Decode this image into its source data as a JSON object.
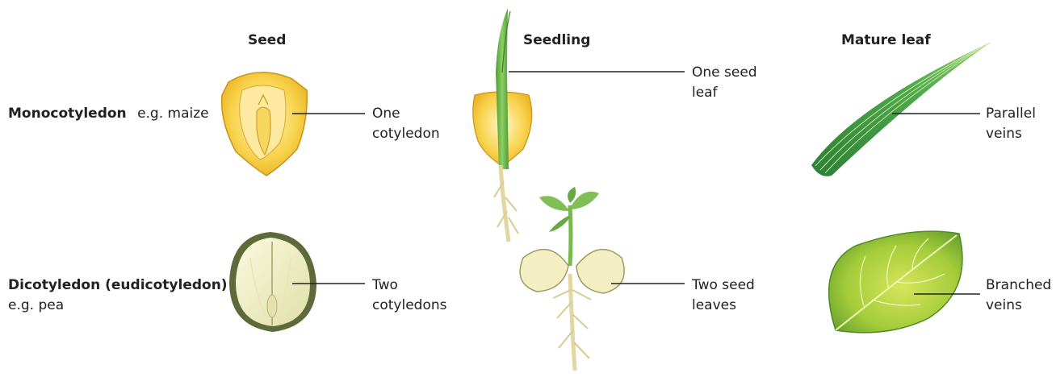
{
  "columns": {
    "seed": "Seed",
    "seedling": "Seedling",
    "mature_leaf": "Mature leaf"
  },
  "rows": {
    "mono": {
      "title": "Monocotyledon",
      "example": "e.g. maize"
    },
    "di": {
      "title": "Dicotyledon (eudicotyledon)",
      "example": "e.g. pea"
    }
  },
  "labels": {
    "mono_seed": [
      "One",
      "cotyledon"
    ],
    "mono_seedling": [
      "One seed",
      "leaf"
    ],
    "mono_leaf": [
      "Parallel",
      "veins"
    ],
    "di_seed": [
      "Two",
      "cotyledons"
    ],
    "di_seedling": [
      "Two seed",
      "leaves"
    ],
    "di_leaf": [
      "Branched",
      "veins"
    ]
  },
  "colors": {
    "maize_fill": "#f7d24a",
    "maize_inner": "#fbeaa0",
    "pea_outline": "#5d6b3a",
    "pea_fill": "#f3f0c8",
    "shoot_green": "#6fb64a",
    "root": "#e2d7a3",
    "leaf_dark": "#2f8a3a",
    "leaf_light": "#a6cf3c",
    "line": "#222222"
  }
}
